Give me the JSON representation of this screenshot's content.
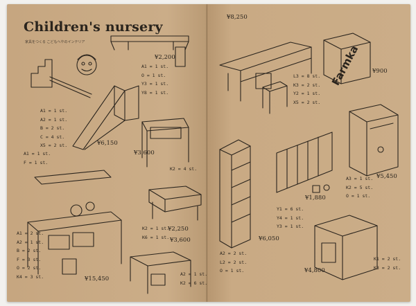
{
  "left_page": {
    "title": "Children's nursery",
    "subtitle": "家具をつくる こどもへやのインテリア",
    "prices": {
      "shelf": "¥2,200",
      "slide": "¥6,150",
      "desk": "¥3,600",
      "ottoman": "¥2,250",
      "bench": "¥3,600",
      "workbench": "¥15,450"
    },
    "parts": {
      "slide": [
        "A1 = 1 st.",
        "A2 = 1 st.",
        "B = 2 st.",
        "C = 4 st.",
        "X5 = 2 st."
      ],
      "shelf": [
        "A1 = 1 st.",
        "O = 1 st.",
        "Y3 = 1 st.",
        "Y8 = 1 st."
      ],
      "small": [
        "A1 = 1 st.",
        "F = 1 st."
      ],
      "desk": [
        "K2 = 4 st."
      ],
      "ottoman": [
        "K2 = 1 st.",
        "K6 = 1 st."
      ],
      "workbench": [
        "A1 = 2 st.",
        "A2 = 1 st.",
        "B = 2 st.",
        "F = 3 st.",
        "O = 2 st.",
        "K4 = 3 st."
      ],
      "bench": [
        "A2 = 1 st.",
        "K2 = 6 st."
      ]
    }
  },
  "right_page": {
    "brand": "Farmka",
    "prices": {
      "desk": "¥8,250",
      "chair": "¥900",
      "shelf": "¥6,050",
      "crib": "¥1,880",
      "wardrobe": "¥5,450",
      "playbox": "¥4,800"
    },
    "parts": {
      "desk": [
        "L3 = 8 st.",
        "K3 = 2 st.",
        "Y2 = 1 st.",
        "X5 = 2 st."
      ],
      "wardrobe": [
        "A3 = 1 st.",
        "K2 = 5 st.",
        "O = 1 st."
      ],
      "shelf": [
        "A2 = 2 st.",
        "L2 = 2 st.",
        "O = 1 st."
      ],
      "crib": [
        "Y1 = 6 st.",
        "Y4 = 1 st.",
        "Y3 = 1 st."
      ],
      "playbox": [
        "K1 = 2 st.",
        "K3 = 2 st."
      ]
    }
  }
}
